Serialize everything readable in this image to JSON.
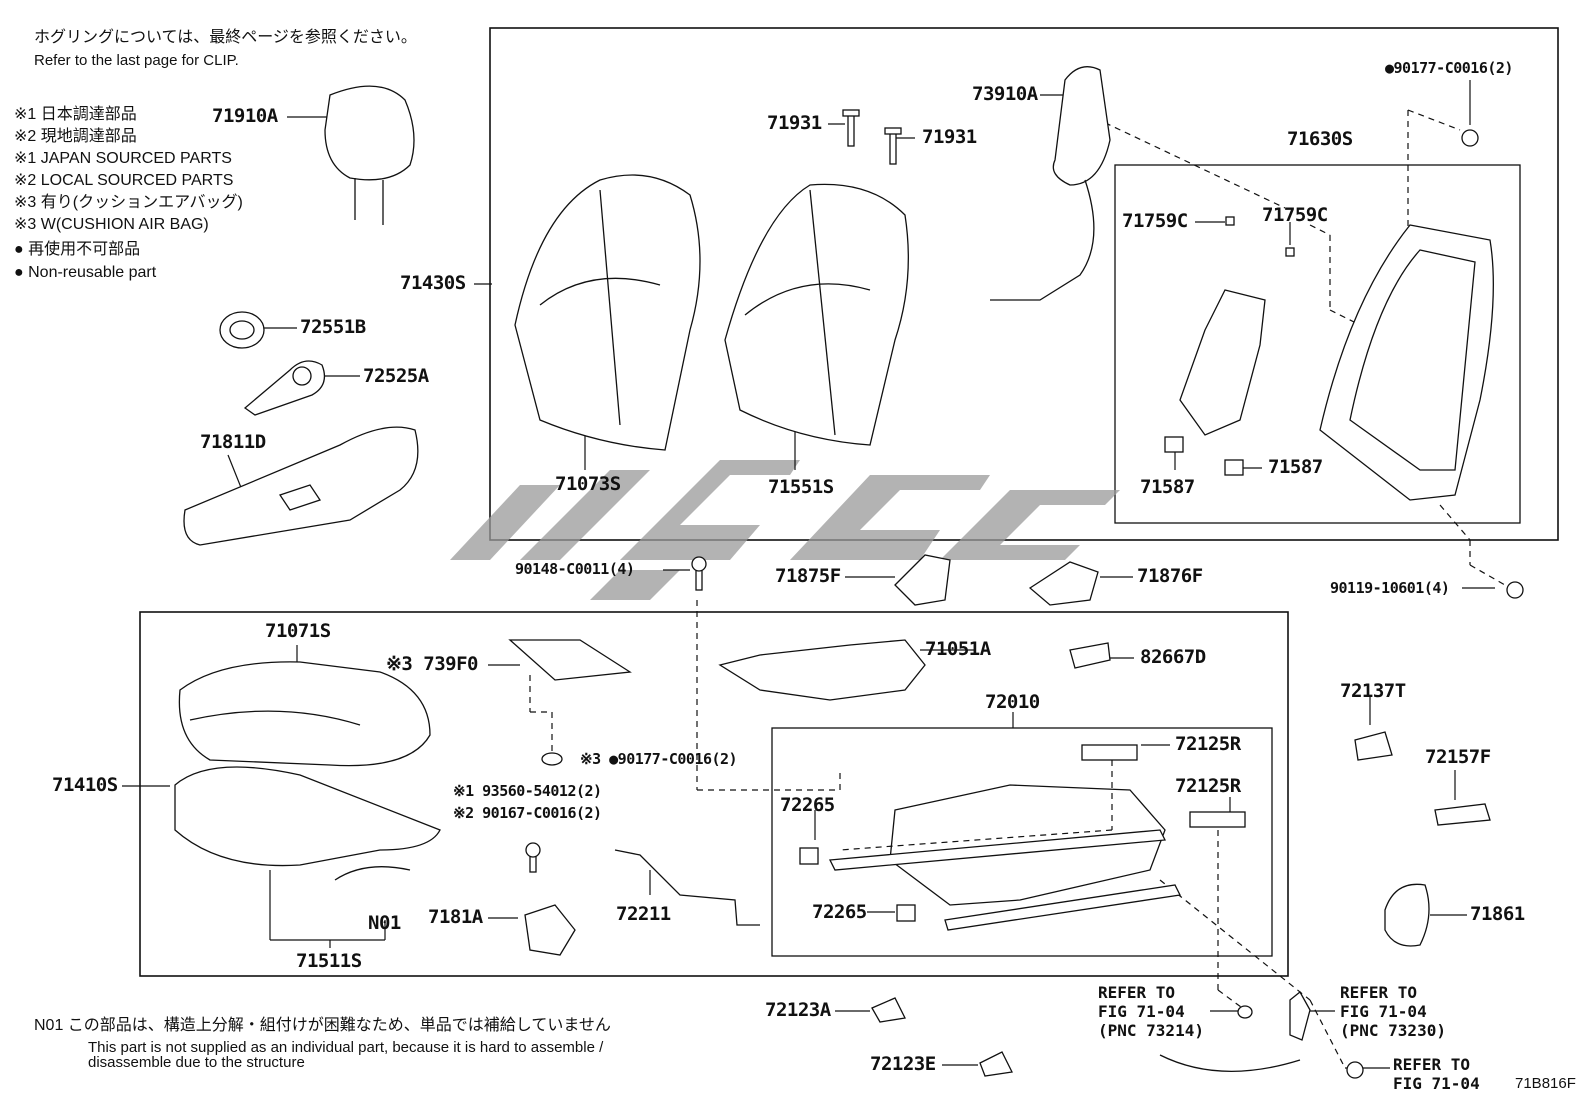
{
  "notes": {
    "clip_jp": "ホグリングについては、最終ページを参照ください。",
    "clip_en": "Refer to the last page for CLIP.",
    "legend": [
      "※1 日本調達部品",
      "※2 現地調達部品",
      "※1 JAPAN SOURCED PARTS",
      "※2 LOCAL SOURCED PARTS",
      "※3 有り(クッションエアバッグ)",
      "※3 W(CUSHION AIR BAG)",
      "● 再使用不可部品",
      "● Non-reusable part"
    ],
    "n01_jp": "N01 この部品は、構造上分解・組付けが困難なため、単品では補給していません",
    "n01_en1": "This part is not supplied as an individual part, because it is hard to assemble /",
    "n01_en2": "disassemble due to the structure",
    "figure_code": "71B816F"
  },
  "parts": {
    "p71910A": "71910A",
    "p72551B": "72551B",
    "p72525A": "72525A",
    "p71811D": "71811D",
    "p71430S": "71430S",
    "p71073S": "71073S",
    "p71551S": "71551S",
    "p71931a": "71931",
    "p71931b": "71931",
    "p73910A": "73910A",
    "p90177top": "●90177-C0016(2)",
    "p71630S": "71630S",
    "p71759Ca": "71759C",
    "p71759Cb": "71759C",
    "p71587a": "71587",
    "p71587b": "71587",
    "p90148": "90148-C0011(4)",
    "p71875F": "71875F",
    "p71876F": "71876F",
    "p90119": "90119-10601(4)",
    "p71071S": "71071S",
    "p739F0": "※3 739F0",
    "p71051A": "71051A",
    "p82667D": "82667D",
    "p90177mid": "※3 ●90177-C0016(2)",
    "p72010": "72010",
    "p72125Ra": "72125R",
    "p72125Rb": "72125R",
    "p71410S": "71410S",
    "p93560": "※1 93560-54012(2)",
    "p90167": "※2 90167-C0016(2)",
    "p72265a": "72265",
    "p72265b": "72265",
    "pN01": "N01",
    "p7181A": "7181A",
    "p72211": "72211",
    "p71511S": "71511S",
    "p72137T": "72137T",
    "p72157F": "72157F",
    "p71861": "71861",
    "p72123A": "72123A",
    "p72123E": "72123E",
    "ref73214": "REFER TO\nFIG 71-04\n(PNC 73214)",
    "ref73230": "REFER TO\nFIG 71-04\n(PNC 73230)",
    "ref_bottom": "REFER TO\nFIG 71-04"
  }
}
